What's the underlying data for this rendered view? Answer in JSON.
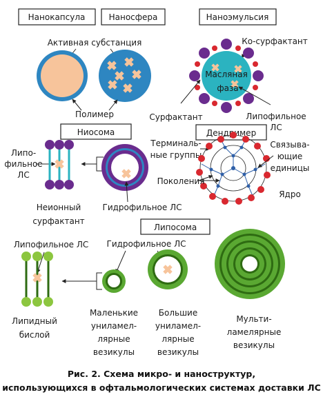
{
  "diagram": {
    "boxes": {
      "nanocapsule": "Нанокапсула",
      "nanosphere": "Наносфера",
      "nanoemulsion": "Наноэмульсия",
      "niosome": "Ниосома",
      "dendrimer": "Дендример",
      "liposome": "Липосома"
    },
    "labels": {
      "active_substance": "Активная субстанция",
      "polymer": "Полимер",
      "cosurfactant": "Ко-сурфактант",
      "oil_phase_1": "Масляная",
      "oil_phase_2": "фаза",
      "surfactant": "Сурфактант",
      "lipophilic_drug_emul_1": "Липофильное",
      "lipophilic_drug_emul_2": "ЛС",
      "lipophilic_drug_nio_1": "Липо-",
      "lipophilic_drug_nio_2": "фильное",
      "lipophilic_drug_nio_3": "ЛС",
      "nonionic_1": "Неионный",
      "nonionic_2": "сурфактант",
      "hydrophilic_drug_nio": "Гидрофильное ЛС",
      "terminal_1": "Терминаль-",
      "terminal_2": "ные группы",
      "generations": "Поколения",
      "linking_1": "Связыва-",
      "linking_2": "ющие",
      "linking_3": "единицы",
      "core": "Ядро",
      "lipophilic_drug_lipo": "Липофильное ЛС",
      "hydrophilic_drug_lipo": "Гидрофильное ЛС",
      "bilayer_1": "Липидный",
      "bilayer_2": "бислой",
      "small_1": "Маленькие",
      "small_2": "униламел-",
      "small_3": "лярные",
      "small_4": "везикулы",
      "large_1": "Большие",
      "large_2": "униламел-",
      "large_3": "лярные",
      "large_4": "везикулы",
      "multi_1": "Мульти-",
      "multi_2": "ламелярные",
      "multi_3": "везикулы"
    },
    "caption_1": "Рис. 2. Схема микро- и наноструктур,",
    "caption_2": "использующихся в офтальмологических системах доставки ЛС"
  },
  "colors": {
    "peach": "#f7c49b",
    "blue": "#2e86c1",
    "teal": "#2bb3c0",
    "purple": "#6a2c8e",
    "red": "#d9282f",
    "green": "#5aa832",
    "dark_green": "#2e6b12",
    "light_green": "#8cc63f"
  }
}
